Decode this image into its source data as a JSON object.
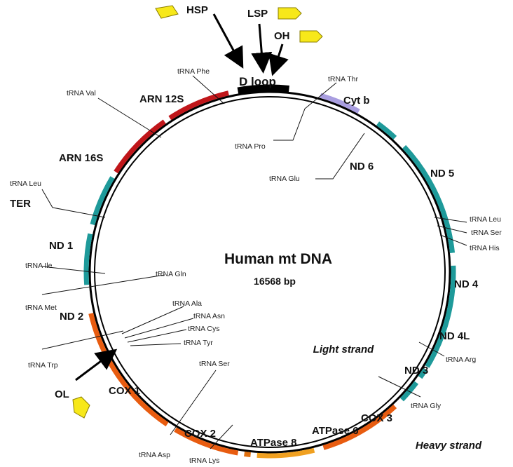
{
  "title": "Human mt DNA",
  "subtitle": "16568 bp",
  "light_strand": "Light strand",
  "heavy_strand": "Heavy strand",
  "colors": {
    "rrna": "#c0161a",
    "nd": "#1e9a9a",
    "cytb": "#a99ee0",
    "cox": "#e85c10",
    "atp8": "#e07010",
    "atp6": "#f0a020",
    "dloop": "#000000",
    "promoter": "#f7e81a"
  },
  "promoters": [
    {
      "label": "HSP"
    },
    {
      "label": "LSP"
    },
    {
      "label": "OH"
    },
    {
      "label": "OL"
    }
  ],
  "genes": [
    {
      "label": "D loop",
      "color": "dloop"
    },
    {
      "label": "Cyt b",
      "color": "cytb"
    },
    {
      "label": "ND 6",
      "color": "nd"
    },
    {
      "label": "ND 5",
      "color": "nd"
    },
    {
      "label": "ND 4",
      "color": "nd"
    },
    {
      "label": "ND 4L",
      "color": "nd"
    },
    {
      "label": "ND 3",
      "color": "nd"
    },
    {
      "label": "COX 3",
      "color": "cox"
    },
    {
      "label": "ATPase 6",
      "color": "atp6"
    },
    {
      "label": "ATPase 8",
      "color": "atp8"
    },
    {
      "label": "COX 2",
      "color": "cox"
    },
    {
      "label": "COX 1",
      "color": "cox"
    },
    {
      "label": "ND 2",
      "color": "nd"
    },
    {
      "label": "ND 1",
      "color": "nd"
    },
    {
      "label": "TER",
      "color": "none"
    },
    {
      "label": "ARN 16S",
      "color": "rrna"
    },
    {
      "label": "ARN 12S",
      "color": "rrna"
    }
  ],
  "trnas": [
    "tRNA Phe",
    "tRNA Thr",
    "tRNA Pro",
    "tRNA Glu",
    "tRNA Val",
    "tRNA Leu",
    "tRNA Ile",
    "tRNA Gln",
    "tRNA Met",
    "tRNA Ala",
    "tRNA Asn",
    "tRNA Cys",
    "tRNA Tyr",
    "tRNA Trp",
    "tRNA Ser",
    "tRNA Asp",
    "tRNA Lys",
    "tRNA Gly",
    "tRNA Arg",
    "tRNA Leu",
    "tRNA Ser",
    "tRNA His"
  ]
}
